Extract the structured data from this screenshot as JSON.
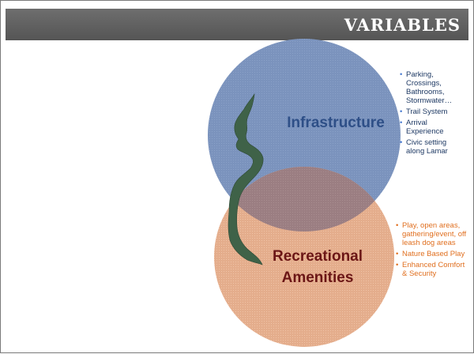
{
  "slide": {
    "title": "VARIABLES"
  },
  "diagram": {
    "circles": [
      {
        "label": "Infrastructure",
        "color": "#7b93bd",
        "text_color": "#2e4f87",
        "bullets": [
          "Parking, Crossings, Bathrooms, Stormwater…",
          "Trail System",
          "Arrival Experience",
          "Civic setting along Lamar"
        ]
      },
      {
        "label_line1": "Recreational",
        "label_line2": "Amenities",
        "color": "#e4ad8c",
        "text_color": "#6b1616",
        "bullets": [
          "Play, open areas, gathering/event, off leash dog areas",
          "Nature Based Play",
          "Enhanced Comfort & Security"
        ]
      }
    ],
    "creek_color": "#3f6248",
    "overlap_color": "#9b7e82"
  }
}
